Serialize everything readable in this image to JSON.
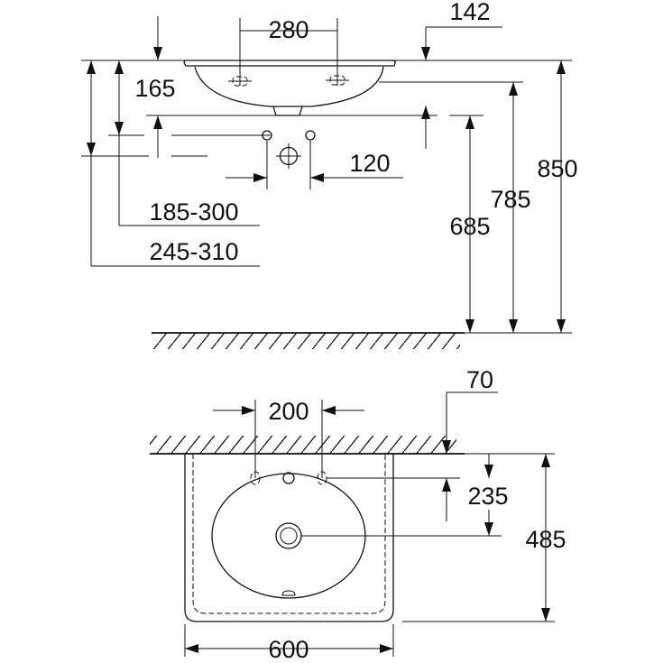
{
  "side_view": {
    "dims": {
      "tap_spacing": "280",
      "wall_offset": "142",
      "rim_to_waste": "165",
      "tap_holes": "120",
      "height_waste": "685",
      "height_bowl": "785",
      "height_rim": "850",
      "supply_range": "185-300",
      "drain_range": "245-310"
    }
  },
  "top_view": {
    "dims": {
      "tap_spacing": "200",
      "wall_offset": "70",
      "tap_depth": "235",
      "depth": "485",
      "width": "600"
    }
  },
  "colors": {
    "line": "#111111",
    "background": "#ffffff"
  }
}
